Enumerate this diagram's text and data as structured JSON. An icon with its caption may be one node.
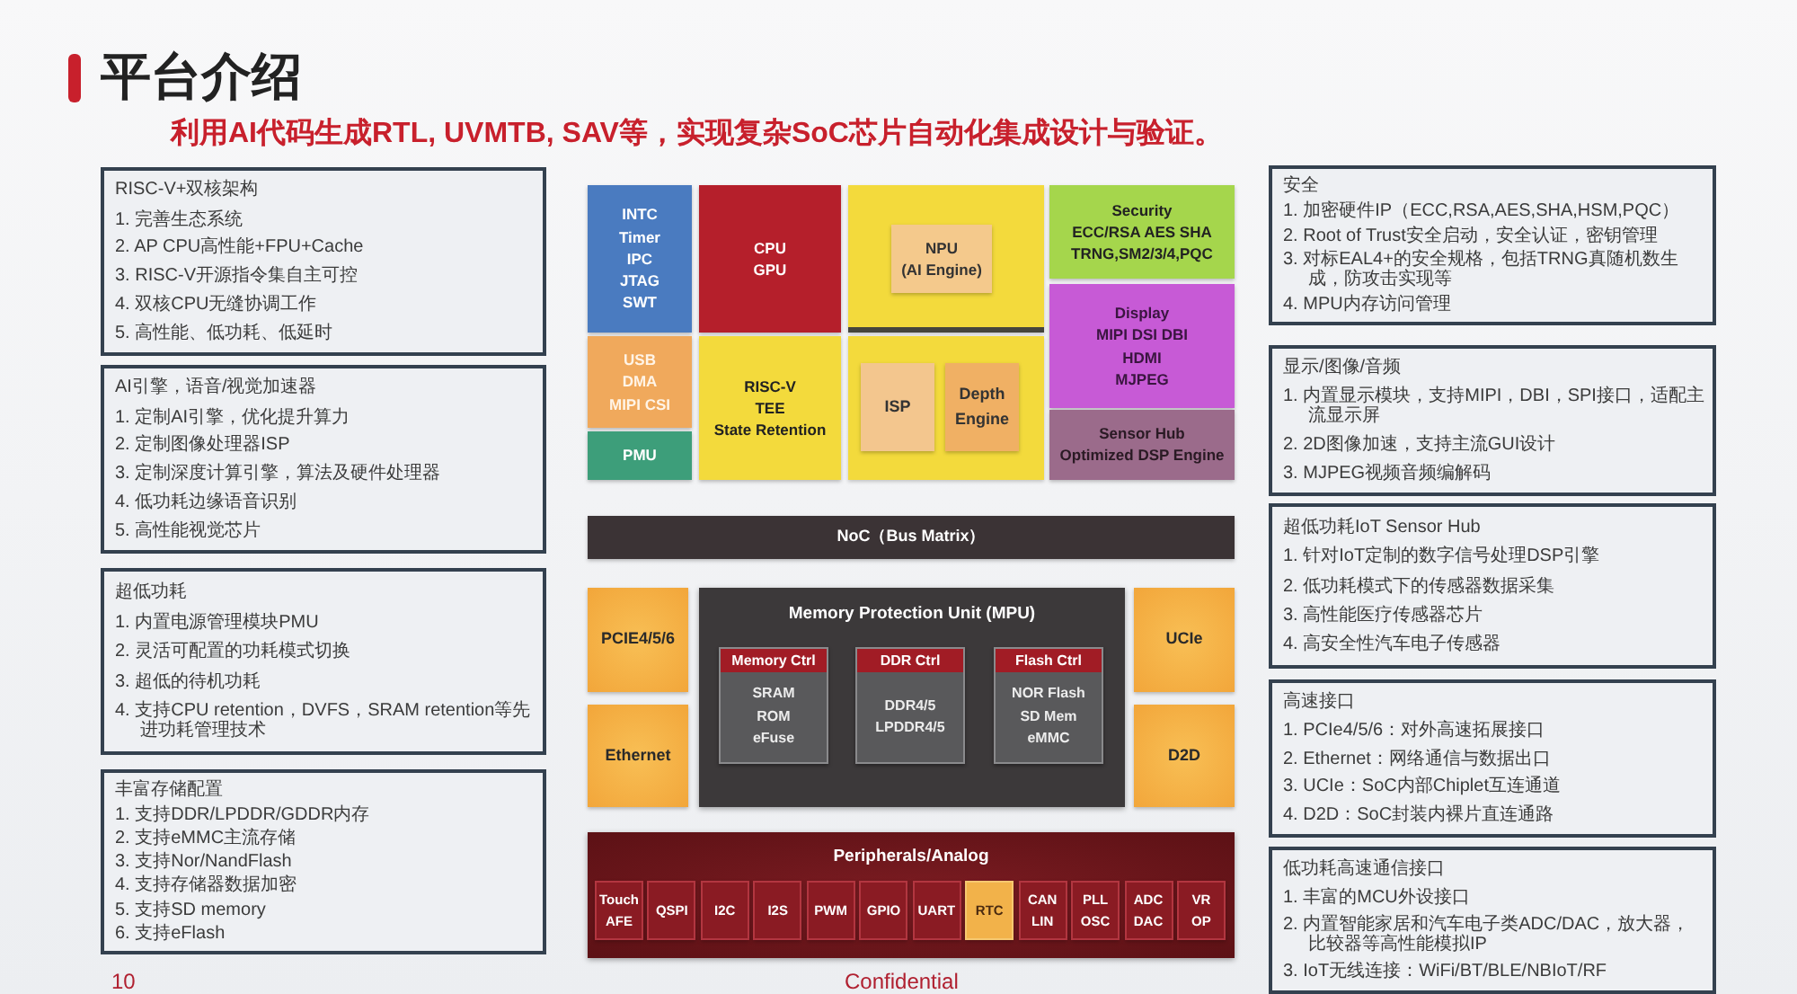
{
  "diagram": {
    "title": "平台介绍",
    "nodes": [
      {
        "text": [
          "RISC-V+双核架构",
          "1. 完善生态系统",
          "2. AP CPU高性能+FPU+Cache",
          "3. RISC-V开源指令集自主可控",
          "4. 双核CPU无缝协调工作",
          "5. 高性能、低功耗、低延时"
        ]
      },
      {
        "text": [
          "AI引擎，语音/视觉加速器",
          "1. 定制AI引擎，优化提升算力",
          "2. 定制图像处理器ISP",
          "3. 定制深度计算引擎，算法及硬件处理器",
          "4. 低功耗边缘语音识别",
          "5. 高性能视觉芯片"
        ]
      },
      {
        "text": [
          "超低功耗",
          "1. 内置电源管理模块PMU",
          "2. 灵活可配置的功耗模式切换",
          "3. 超低的待机功耗",
          "4. 支持CPU retention，DVFS，SRAM retention等先进功耗管理技术"
        ]
      },
      {
        "text": [
          "丰富存储配置",
          "1. 支持DDR/LPDDR/GDDR内存",
          "2. 支持eMMC主流存储",
          "3. 支持Nor/NandFlash",
          "4. 支持存储器数据加密",
          "5. 支持SD memory",
          "6. 支持eFlash"
        ]
      },
      {
        "text": [
          "INTC",
          "Timer",
          "IPC",
          "JTAG",
          "SWT"
        ]
      },
      {
        "text": [
          "CPU",
          "GPU"
        ]
      },
      {
        "text": [],
        "shape": "box"
      },
      {
        "text": [
          "NPU",
          "(AI Engine)"
        ],
        "in": 6
      },
      {
        "text": [
          "Security",
          "ECC/RSA AES SHA",
          "TRNG,SM2/3/4,PQC"
        ]
      },
      {
        "text": [
          "USB",
          "DMA",
          "MIPI CSI"
        ]
      },
      {
        "text": [
          "RISC-V",
          "TEE",
          "State Retention"
        ]
      },
      {
        "text": [],
        "shape": "box"
      },
      {
        "text": [
          "ISP"
        ],
        "in": 11
      },
      {
        "text": [
          "Depth Engine"
        ],
        "in": 11
      },
      {
        "text": [
          "Display",
          "MIPI DSI DBI",
          "HDMI",
          "MJPEG"
        ]
      },
      {
        "text": [
          "PMU"
        ]
      },
      {
        "text": [
          "Sensor Hub",
          "Optimized DSP Engine"
        ]
      },
      {
        "text": [
          "NoC（Bus Matrix）"
        ]
      },
      {
        "text": [
          "PCIE4/5/6"
        ]
      },
      {
        "text": [
          "Memory Protection Unit (MPU)"
        ]
      },
      {
        "text": [
          "Memory Ctrl",
          "SRAM",
          "ROM",
          "eFuse"
        ],
        "in": 19
      },
      {
        "text": [
          "DDR Ctrl",
          "DDR4/5",
          "LPDDR4/5"
        ],
        "in": 19
      },
      {
        "text": [
          "Flash Ctrl",
          "NOR Flash",
          "SD Mem",
          "eMMC"
        ],
        "in": 19
      },
      {
        "text": [
          "UCIe"
        ]
      },
      {
        "text": [
          "Ethernet"
        ]
      },
      {
        "text": [
          "D2D"
        ]
      },
      {
        "text": [
          "Peripherals/Analog"
        ]
      },
      {
        "text": [
          "Touch AFE"
        ],
        "in": 26
      },
      {
        "text": [
          "QSPI"
        ],
        "in": 26
      },
      {
        "text": [
          "I2C"
        ],
        "in": 26
      },
      {
        "text": [
          "I2S"
        ],
        "in": 26
      },
      {
        "text": [
          "PWM"
        ],
        "in": 26
      },
      {
        "text": [
          "GPIO"
        ],
        "in": 26
      },
      {
        "text": [
          "UART"
        ],
        "in": 26
      },
      {
        "text": [
          "RTC"
        ],
        "in": 26
      },
      {
        "text": [
          "CAN",
          "LIN"
        ],
        "in": 26
      },
      {
        "text": [
          "PLL",
          "OSC"
        ],
        "in": 26
      },
      {
        "text": [
          "ADC",
          "DAC"
        ],
        "in": 26
      },
      {
        "text": [
          "VR",
          "OP"
        ],
        "in": 26
      },
      {
        "text": [
          "安全",
          "1. 加密硬件IP（ECC,RSA,AES,SHA,HSM,PQC）",
          "2. Root of Trust安全启动，安全认证，密钥管理",
          "3. 对标EAL4+的安全规格，包括TRNG真随机数生成，防攻击实现等",
          "4. MPU内存访问管理"
        ]
      },
      {
        "text": [
          "显示/图像/音频",
          "1. 内置显示模块，支持MIPI，DBI，SPI接口，适配主流显示屏",
          "2. 2D图像加速，支持主流GUI设计",
          "3. MJPEG视频音频编解码"
        ]
      },
      {
        "text": [
          "超低功耗IoT Sensor Hub",
          "1. 针对IoT定制的数字信号处理DSP引擎",
          "2. 低功耗模式下的传感器数据采集",
          "3. 高性能医疗传感器芯片",
          "4. 高安全性汽车电子传感器"
        ]
      },
      {
        "text": [
          "高速接口",
          "1. PCIe4/5/6：对外高速拓展接口",
          "2. Ethernet：网络通信与数据出口",
          "3. UCIe：SoC内部Chiplet互连通道",
          "4. D2D：SoC封装内裸片直连通路"
        ]
      },
      {
        "text": [
          "低功耗高速通信接口",
          "1. 丰富的MCU外设接口",
          "2. 内置智能家居和汽车电子类ADC/DAC，放大器，比较器等高性能模拟IP",
          "3. IoT无线连接：WiFi/BT/BLE/NBIoT/RF"
        ]
      }
    ],
    "labels": [
      "利用AI代码生成RTL, UVMTB, SAV等，实现复杂SoC芯片自动化集成设计与验证。",
      "10",
      "Confidential"
    ]
  }
}
